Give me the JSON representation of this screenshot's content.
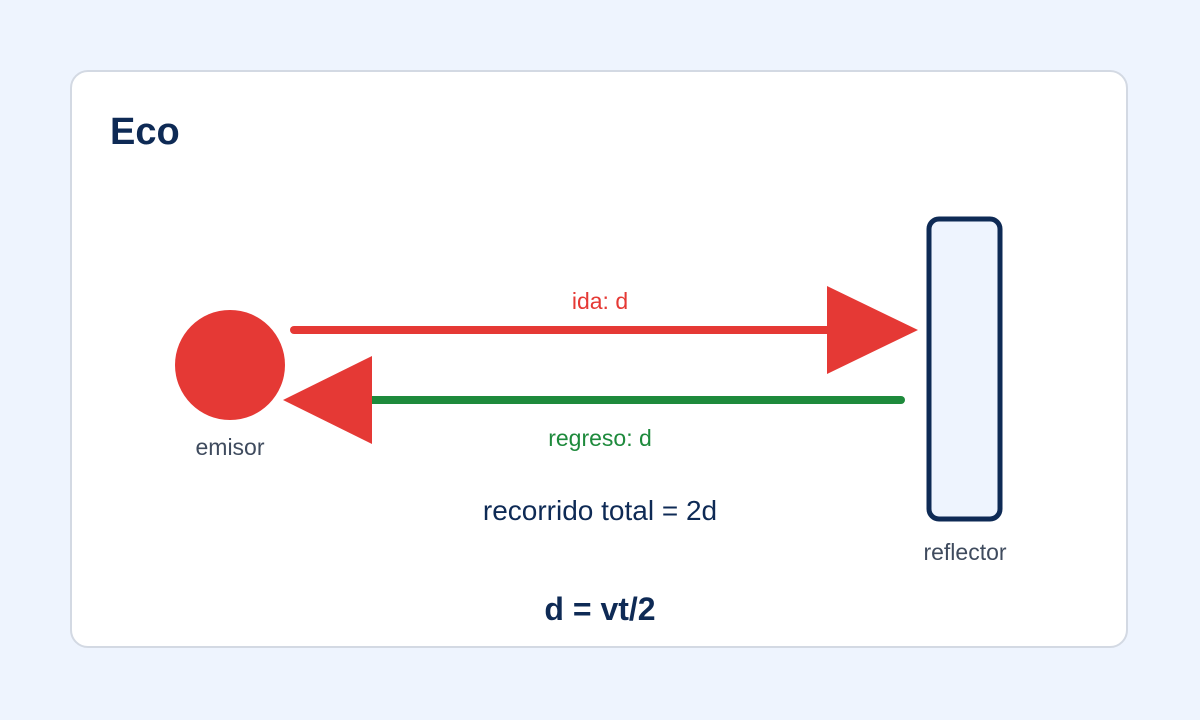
{
  "title": "Eco",
  "labels": {
    "emitter": "emisor",
    "reflector": "reflector",
    "forward": "ida: d",
    "return": "regreso: d",
    "total": "recorrido total = 2d",
    "formula": "d = vt/2"
  },
  "colors": {
    "background": "#eef4fe",
    "card": "#ffffff",
    "card_border": "#d3d9e3",
    "title_text": "#0e2a55",
    "emitter": "#e53935",
    "forward_arrow": "#e53935",
    "return_line": "#1e8a3c",
    "return_arrowhead": "#e53935",
    "reflector_fill": "#eef4fe",
    "reflector_border": "#0e2a55",
    "muted_text": "#3f4b5e"
  }
}
